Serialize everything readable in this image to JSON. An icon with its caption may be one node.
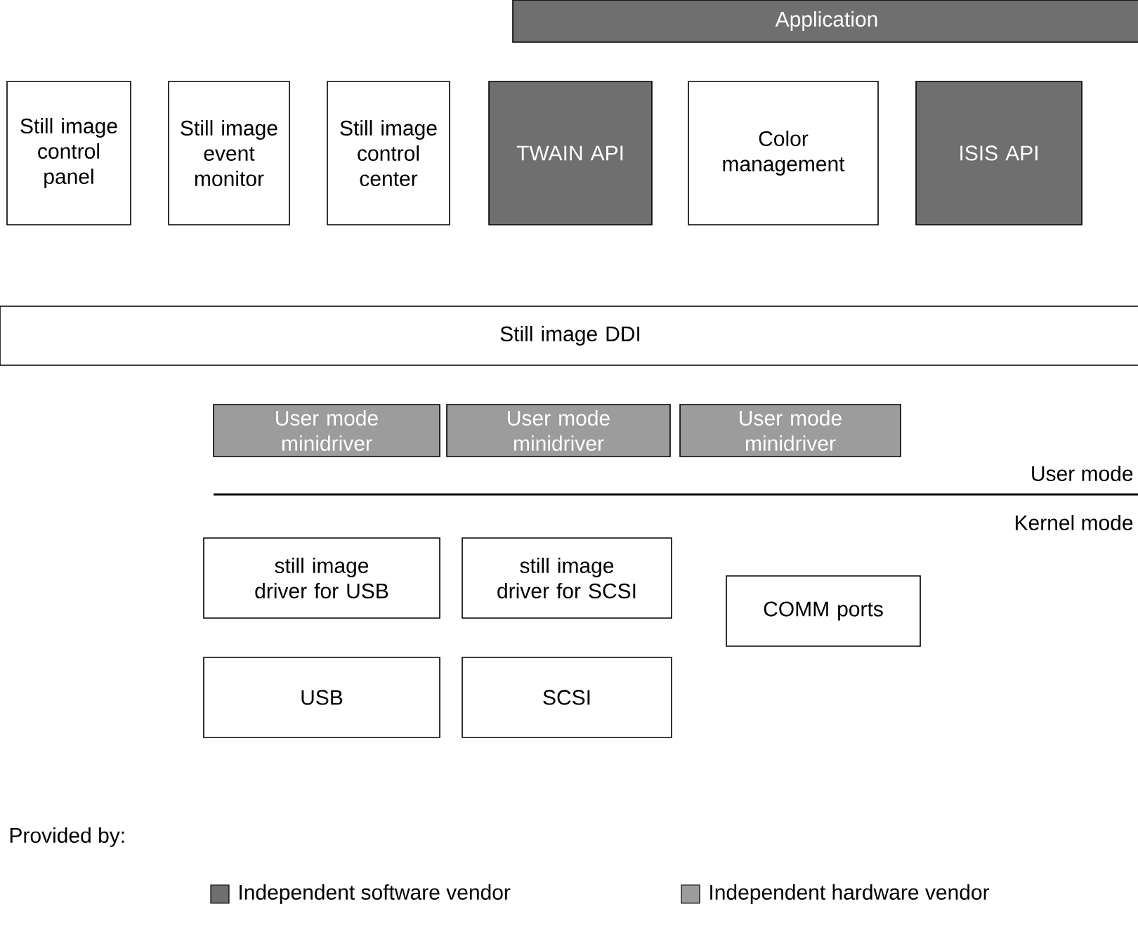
{
  "diagram": {
    "nodes": [
      {
        "text": [
          "Application"
        ]
      },
      {
        "text": [
          "Still image control panel"
        ]
      },
      {
        "text": [
          "Still image event monitor"
        ]
      },
      {
        "text": [
          "Still image control center"
        ]
      },
      {
        "text": [
          "TWAIN API"
        ]
      },
      {
        "text": [
          "Color management"
        ]
      },
      {
        "text": [
          "ISIS API"
        ]
      },
      {
        "text": [
          "Still image DDI"
        ]
      },
      {
        "text": [
          "User mode minidriver"
        ]
      },
      {
        "text": [
          "User mode minidriver"
        ]
      },
      {
        "text": [
          "User mode minidriver"
        ]
      },
      {
        "text": [
          "still image driver for USB"
        ]
      },
      {
        "text": [
          "still image driver for SCSI"
        ]
      },
      {
        "text": [
          "COMM ports"
        ]
      },
      {
        "text": [
          "USB"
        ]
      },
      {
        "text": [
          "SCSI"
        ]
      }
    ],
    "labels": [
      "User mode",
      "Kernel mode",
      "Provided by:"
    ],
    "legend": [
      {
        "text": "Independent software vendor",
        "color": "#6f6f6f"
      },
      {
        "text": "Independent hardware vendor",
        "color": "#9c9c9c"
      }
    ]
  }
}
